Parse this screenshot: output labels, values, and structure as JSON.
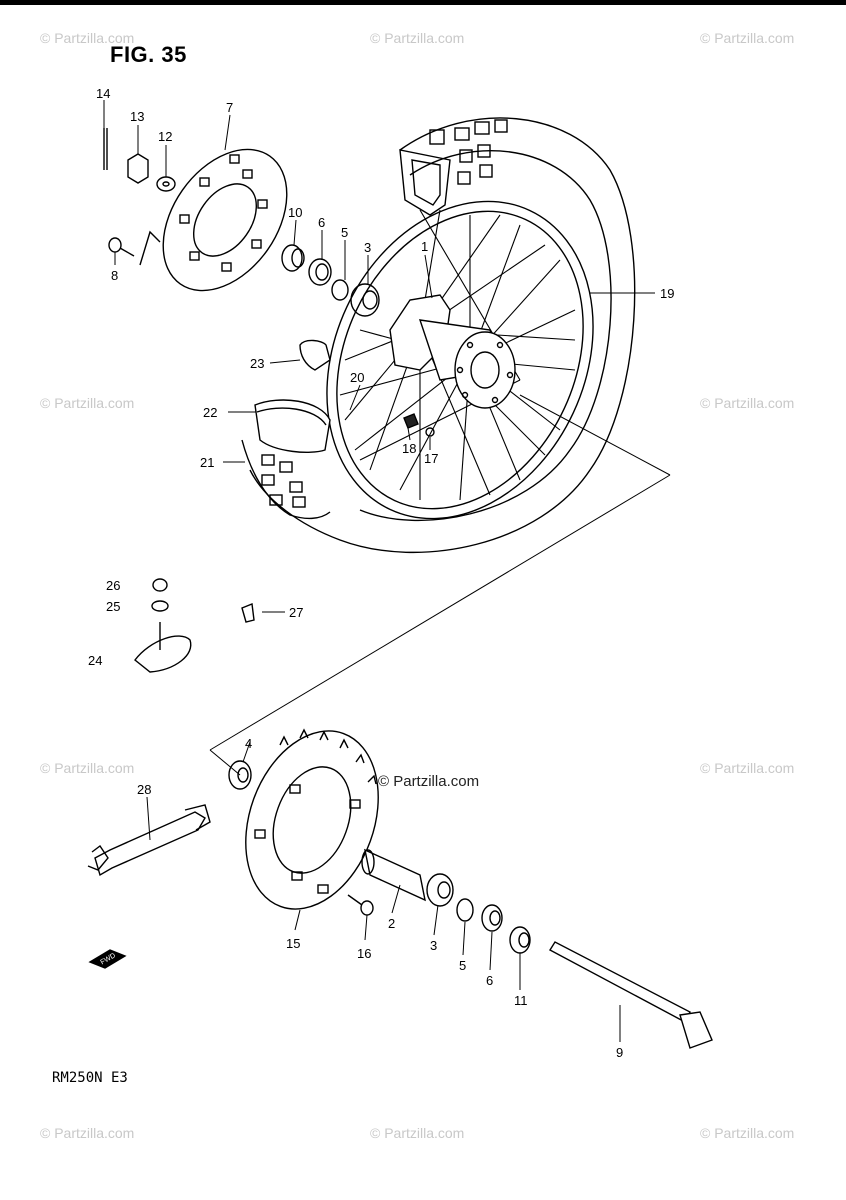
{
  "figure": {
    "title": "FIG. 35",
    "model_code": "RM250N E3"
  },
  "watermarks": {
    "text": "© Partzilla.com",
    "center_text": "© Partzilla.com"
  },
  "callouts": [
    "1",
    "2",
    "3",
    "3",
    "4",
    "5",
    "5",
    "6",
    "6",
    "7",
    "8",
    "9",
    "10",
    "11",
    "12",
    "13",
    "14",
    "15",
    "16",
    "17",
    "18",
    "19",
    "20",
    "21",
    "22",
    "23",
    "24",
    "25",
    "26",
    "27",
    "28"
  ],
  "parts": {
    "hub": "1",
    "spacer": "2",
    "bearing_upper": "3",
    "bearing_lower": "3",
    "bearing_4": "4",
    "circlip_upper": "5",
    "circlip_lower": "5",
    "seal_upper": "6",
    "seal_lower": "6",
    "brake_disc": "7",
    "disc_bolt": "8",
    "axle": "9",
    "collar_10": "10",
    "collar_11": "11",
    "washer": "12",
    "nut": "13",
    "cotter_pin": "14",
    "sprocket": "15",
    "sprocket_bolt": "16",
    "spoke_nipple_17": "17",
    "spoke_nipple_18": "18",
    "tire": "19",
    "spoke_20": "20",
    "tube": "21",
    "rim_band": "22",
    "valve_cap": "23",
    "rim_lock": "24",
    "rim_lock_washer": "25",
    "rim_lock_nut": "26",
    "plug": "27",
    "wrench": "28"
  },
  "arrow": {
    "text": "FWD"
  }
}
